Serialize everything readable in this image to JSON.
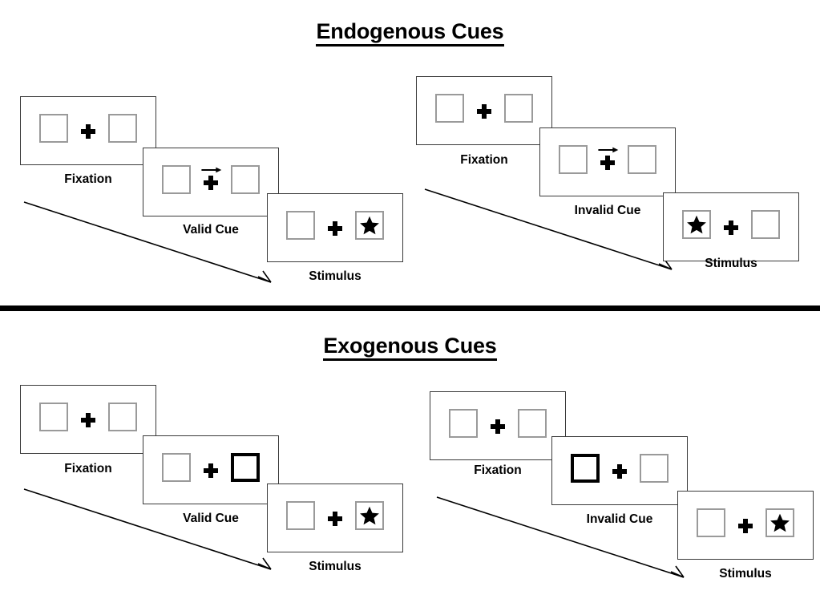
{
  "sections": [
    {
      "id": "endogenous",
      "title": "Endogenous Cues",
      "sequences": [
        {
          "id": "endogenous-valid",
          "cue_type": "arrow",
          "validity_label": "Valid Cue",
          "frames": [
            {
              "name": "fixation",
              "label": "Fixation",
              "left_box": "empty",
              "right_box": "empty",
              "cue": "none",
              "target": "none"
            },
            {
              "name": "cue",
              "label": "Valid Cue",
              "left_box": "empty",
              "right_box": "empty",
              "cue": "arrow-right",
              "target": "none"
            },
            {
              "name": "stimulus",
              "label": "Stimulus",
              "left_box": "empty",
              "right_box": "star",
              "cue": "none",
              "target": "right"
            }
          ]
        },
        {
          "id": "endogenous-invalid",
          "cue_type": "arrow",
          "validity_label": "Invalid Cue",
          "frames": [
            {
              "name": "fixation",
              "label": "Fixation",
              "left_box": "empty",
              "right_box": "empty",
              "cue": "none",
              "target": "none"
            },
            {
              "name": "cue",
              "label": "Invalid Cue",
              "left_box": "empty",
              "right_box": "empty",
              "cue": "arrow-right",
              "target": "none"
            },
            {
              "name": "stimulus",
              "label": "Stimulus",
              "left_box": "star",
              "right_box": "empty",
              "cue": "none",
              "target": "left"
            }
          ]
        }
      ]
    },
    {
      "id": "exogenous",
      "title": "Exogenous Cues",
      "sequences": [
        {
          "id": "exogenous-valid",
          "cue_type": "box-flash",
          "validity_label": "Valid Cue",
          "frames": [
            {
              "name": "fixation",
              "label": "Fixation",
              "left_box": "empty",
              "right_box": "empty",
              "cue": "none",
              "target": "none"
            },
            {
              "name": "cue",
              "label": "Valid Cue",
              "left_box": "empty",
              "right_box": "cued",
              "cue": "box-right",
              "target": "none"
            },
            {
              "name": "stimulus",
              "label": "Stimulus",
              "left_box": "empty",
              "right_box": "star",
              "cue": "none",
              "target": "right"
            }
          ]
        },
        {
          "id": "exogenous-invalid",
          "cue_type": "box-flash",
          "validity_label": "Invalid Cue",
          "frames": [
            {
              "name": "fixation",
              "label": "Fixation",
              "left_box": "empty",
              "right_box": "empty",
              "cue": "none",
              "target": "none"
            },
            {
              "name": "cue",
              "label": "Invalid Cue",
              "left_box": "cued",
              "right_box": "empty",
              "cue": "box-left",
              "target": "none"
            },
            {
              "name": "stimulus",
              "label": "Stimulus",
              "left_box": "empty",
              "right_box": "star",
              "cue": "none",
              "target": "right"
            }
          ]
        }
      ]
    }
  ],
  "icons": {
    "fixation_cross": "plus-icon",
    "arrow_cue": "arrow-right-icon",
    "target": "star-icon",
    "time_arrow": "time-arrow-icon"
  },
  "colors": {
    "ink": "#000000",
    "frame_border": "#3a3a3a",
    "box_border": "#9a9a9a",
    "cued_box_border": "#000000",
    "background": "#ffffff"
  }
}
